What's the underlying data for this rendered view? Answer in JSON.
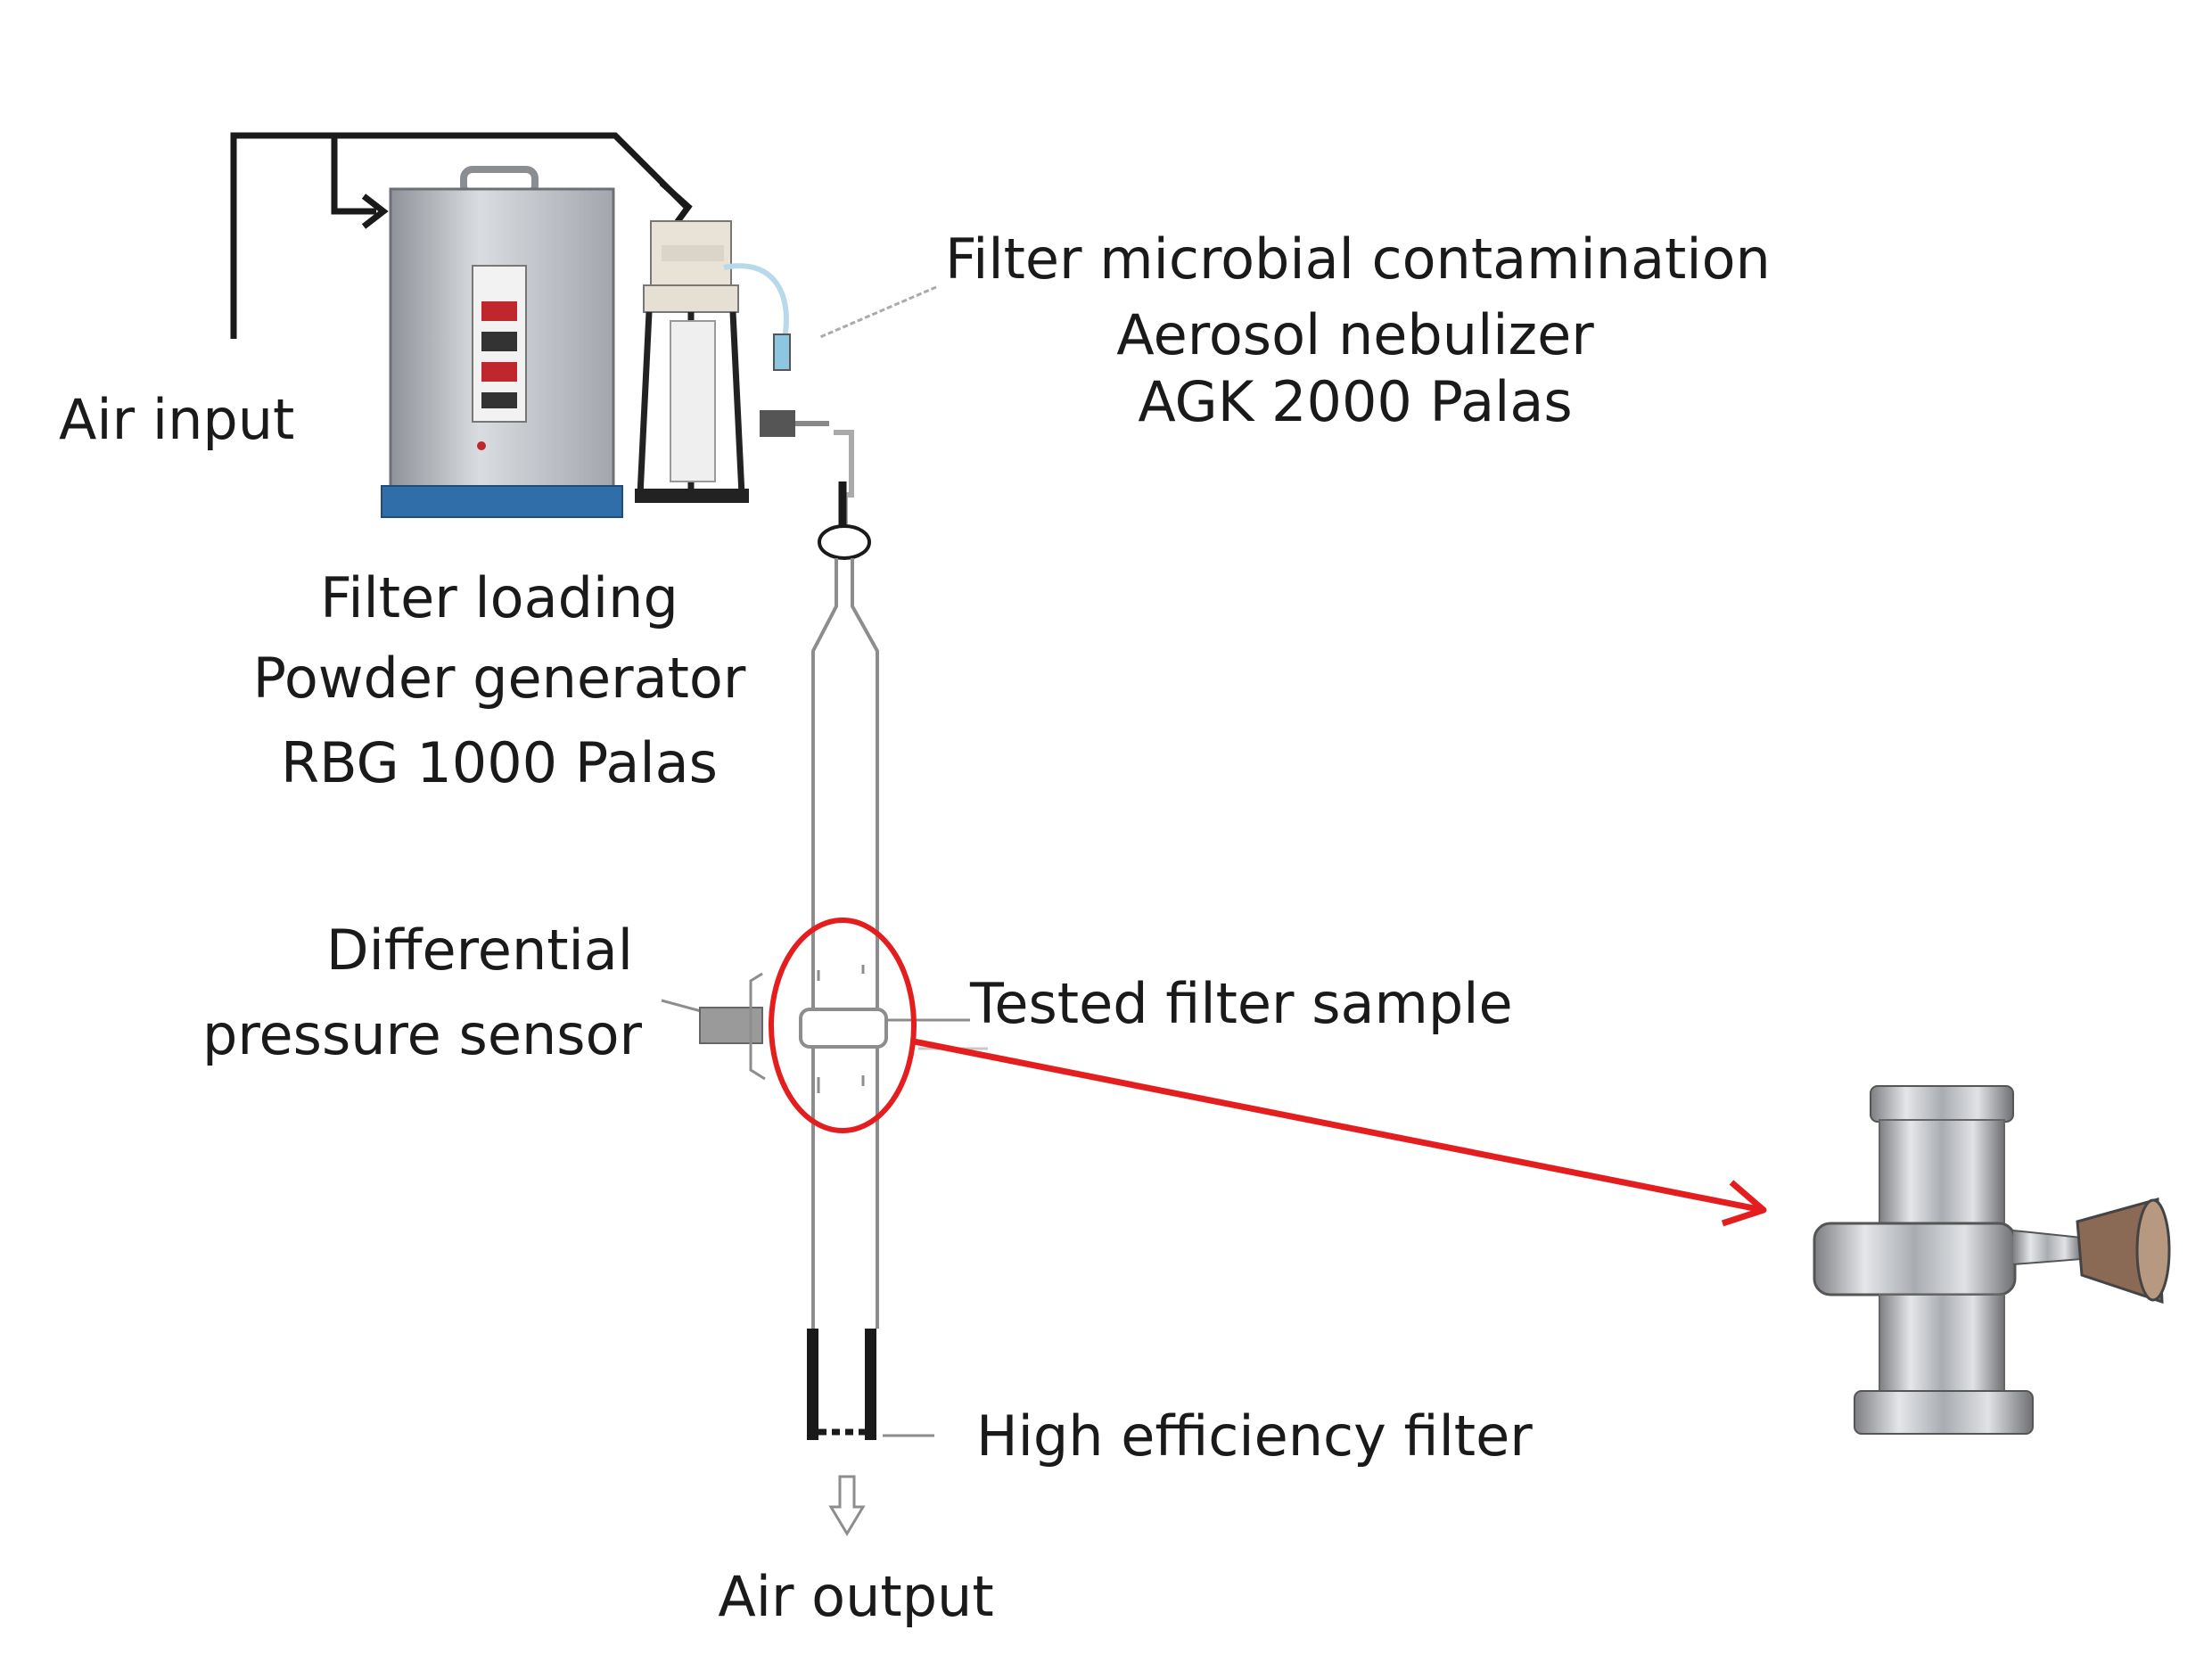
{
  "labels": {
    "air_input": "Air input",
    "nebulizer": [
      "Filter microbial contamination",
      "Aerosol nebulizer",
      "AGK 2000 Palas"
    ],
    "powder_generator": [
      "Filter loading",
      "Powder generator",
      "RBG 1000 Palas"
    ],
    "pressure_sensor": [
      "Differential",
      "pressure sensor"
    ],
    "tested_filter": "Tested filter sample",
    "hepa_filter": "High efficiency filter",
    "air_output": "Air output"
  },
  "colors": {
    "line": "#1a1a1a",
    "tube": "#9a9a9a",
    "highlight": "#e41e1e",
    "device_metal": "#b8bcc2",
    "device_base": "#2f6ea8"
  }
}
